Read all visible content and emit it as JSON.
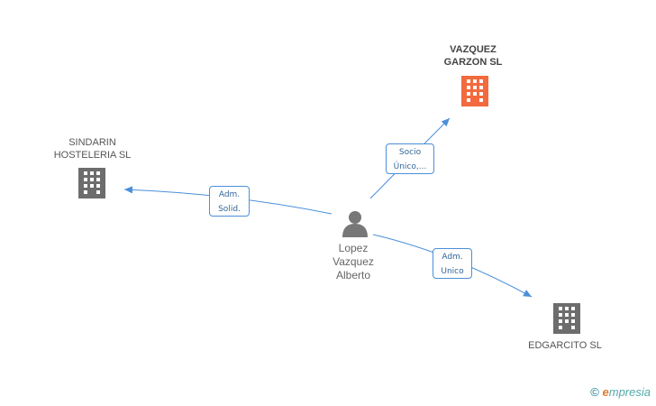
{
  "nodes": {
    "main_company": {
      "name_line1": "VAZQUEZ",
      "name_line2": "GARZON SL",
      "color": "#f26a3d"
    },
    "company_left": {
      "name_line1": "SINDARIN",
      "name_line2": "HOSTELERIA SL",
      "color": "#6d6d6d"
    },
    "company_right": {
      "name_line1": "EDGARCITO SL",
      "color": "#6d6d6d"
    },
    "person": {
      "name_line1": "Lopez",
      "name_line2": "Vazquez",
      "name_line3": "Alberto",
      "color": "#777777"
    }
  },
  "edges": {
    "to_main": {
      "line1": "Socio",
      "line2": "Único,..."
    },
    "to_left": {
      "line1": "Adm.",
      "line2": "Solid."
    },
    "to_right": {
      "line1": "Adm.",
      "line2": "Unico"
    },
    "color": "#4a90d9"
  },
  "footer": {
    "copyright_symbol": "©",
    "brand_initial": "e",
    "brand_rest": "mpresia"
  }
}
